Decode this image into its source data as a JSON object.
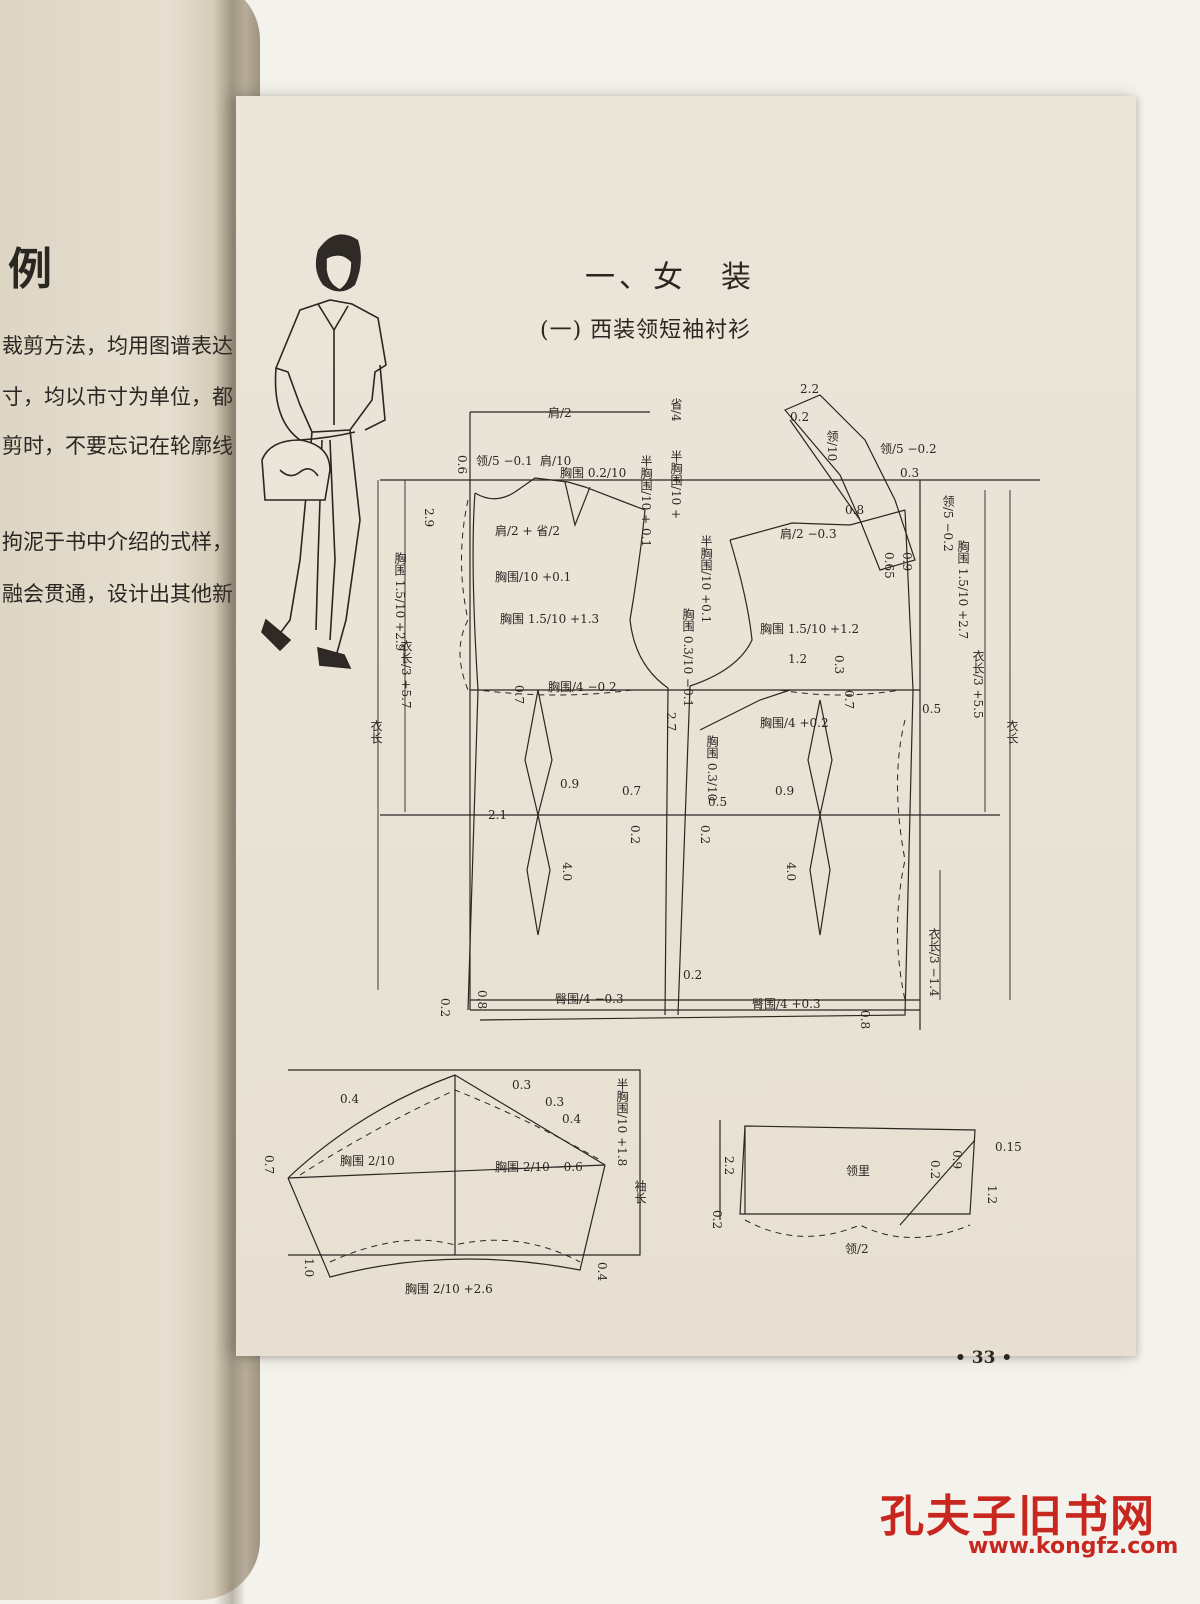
{
  "left_page": {
    "title": "例",
    "lines": [
      "裁剪方法，均用图谱表达，",
      "寸，均以市寸为单位，都是",
      "剪时，不要忘记在轮廓线外",
      "拘泥于书中介绍的式样，",
      "融会贯通，设计出其他新"
    ]
  },
  "right_page": {
    "title": "一、女　装",
    "subtitle": "(一) 西装领短袖衬衫",
    "page_number": "• 33 •"
  },
  "diagram_labels": {
    "shoulder_half": "肩/2",
    "shoulder_dart": "省/4",
    "collar_top": "领/5 −0.1",
    "shoulder_top": "肩/10",
    "chest_top": "胸围 0.2/10",
    "half_chest_a": "半胸围/10 + 0.1",
    "half_chest_b": "半胸围/10 +",
    "v_06": "0.6",
    "v_29": "2.9",
    "shoulder_plus_dart": "肩/2 + 省/2",
    "chest_15_29": "胸围 1.5/10 +2.9",
    "chest_01": "胸围/10 +0.1",
    "chest_15_13": "胸围 1.5/10 +1.3",
    "chest_03": "胸围 0.3/10 −0.1",
    "len_57": "衣长/3 +5.7",
    "chest_4_neg": "胸围/4 −0.2",
    "chest_4_pos": "胸围/4 +0.2",
    "len_main_left": "衣长",
    "len_main_right": "衣长",
    "v_07a": "0.7",
    "v_09a": "0.9",
    "v_07b": "0.7",
    "v_05a": "0.5",
    "v_09b": "0.9",
    "v_21": "2.1",
    "v_02a": "0.2",
    "v_02b": "0.2",
    "v_40a": "4.0",
    "v_40b": "4.0",
    "hip_left": "臀围/4 −0.3",
    "hip_right": "臀围/4 +0.3",
    "v_02c": "0.2",
    "v_08a": "0.8",
    "v_02d": "0.2",
    "v_08b": "0.8",
    "len_14": "衣长/3 −1.4",
    "v_22": "2.2",
    "v_02e": "0.2",
    "collar_10": "领/10",
    "collar_5_02": "领/5 −0.2",
    "v_03a": "0.3",
    "v_08c": "0.8",
    "collar_5_02b": "领/5 −0.2",
    "shoulder_2_03": "肩/2 −0.3",
    "half_chest_c": "半胸围/10 +0.1",
    "v_065": "0.65",
    "v_09c": "0.9",
    "chest_15_27": "胸围 1.5/10 +2.7",
    "chest_15_12": "胸围 1.5/10 +1.2",
    "len_55": "衣长/3 +5.5",
    "v_12": "1.2",
    "v_03b": "0.3",
    "v_07c": "0.7",
    "v_05b": "0.5",
    "v_27": "2.7",
    "chest_03b": "胸围 0.3/10",
    "v_04a": "0.4",
    "v_03c": "0.3",
    "v_03d": "0.3",
    "v_04b": "0.4",
    "v_07d": "0.7",
    "sleeve_chest_2": "胸围 2/10",
    "sleeve_chest_06": "胸围 2/10 −0.6",
    "half_chest_18": "半胸围/10 +1.8",
    "sleeve_len": "袖长",
    "v_10": "1.0",
    "v_04c": "0.4",
    "sleeve_chest_26": "胸围 2/10 +2.6",
    "collar_lining": "领里",
    "v_22b": "2.2",
    "v_015": "0.15",
    "v_02f": "0.2",
    "v_09d": "0.9",
    "v_12b": "1.2",
    "v_02g": "0.2",
    "collar_half": "领/2"
  },
  "watermark": {
    "name": "孔夫子旧书网",
    "url": "www.kongfz.com"
  }
}
